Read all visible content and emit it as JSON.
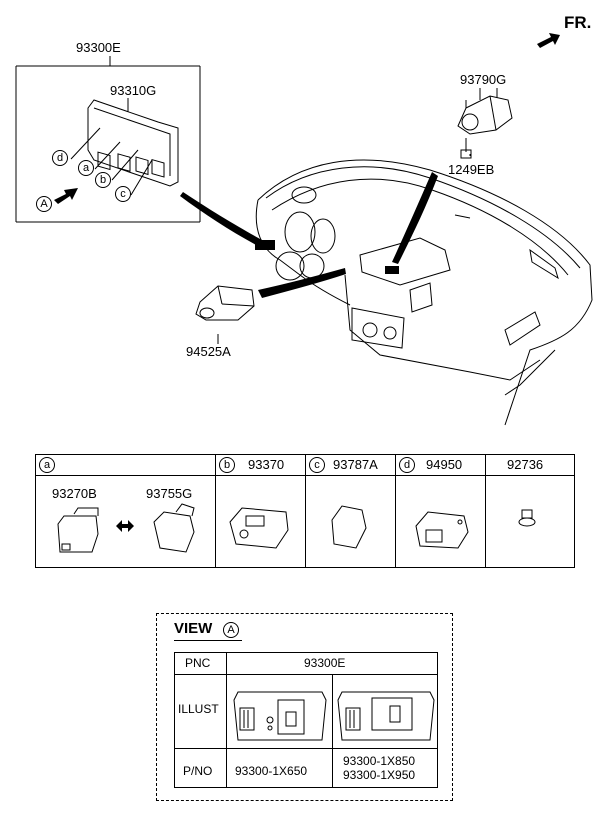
{
  "header": {
    "direction_label": "FR."
  },
  "top_assembly": {
    "assembly_number": "93300E",
    "switch_panel_number": "93310G",
    "callouts": [
      "a",
      "b",
      "c",
      "d"
    ],
    "view_marker": "A"
  },
  "side_parts": {
    "switch_top_right": "93790G",
    "bolt": "1249EB",
    "switch_left": "94525A"
  },
  "parts_table": {
    "columns": [
      {
        "callout": "a",
        "part": ""
      },
      {
        "callout": "b",
        "part": "93370"
      },
      {
        "callout": "c",
        "part": "93787A"
      },
      {
        "callout": "d",
        "part": "94950"
      },
      {
        "callout": "",
        "part": "92736"
      }
    ],
    "column_a_parts": [
      "93270B",
      "93755G"
    ]
  },
  "view_table": {
    "title": "VIEW",
    "title_marker": "A",
    "row_labels": [
      "PNC",
      "ILLUST",
      "P/NO"
    ],
    "pnc_value": "93300E",
    "pno_left": "93300-1X650",
    "pno_right_1": "93300-1X850",
    "pno_right_2": "93300-1X950"
  }
}
